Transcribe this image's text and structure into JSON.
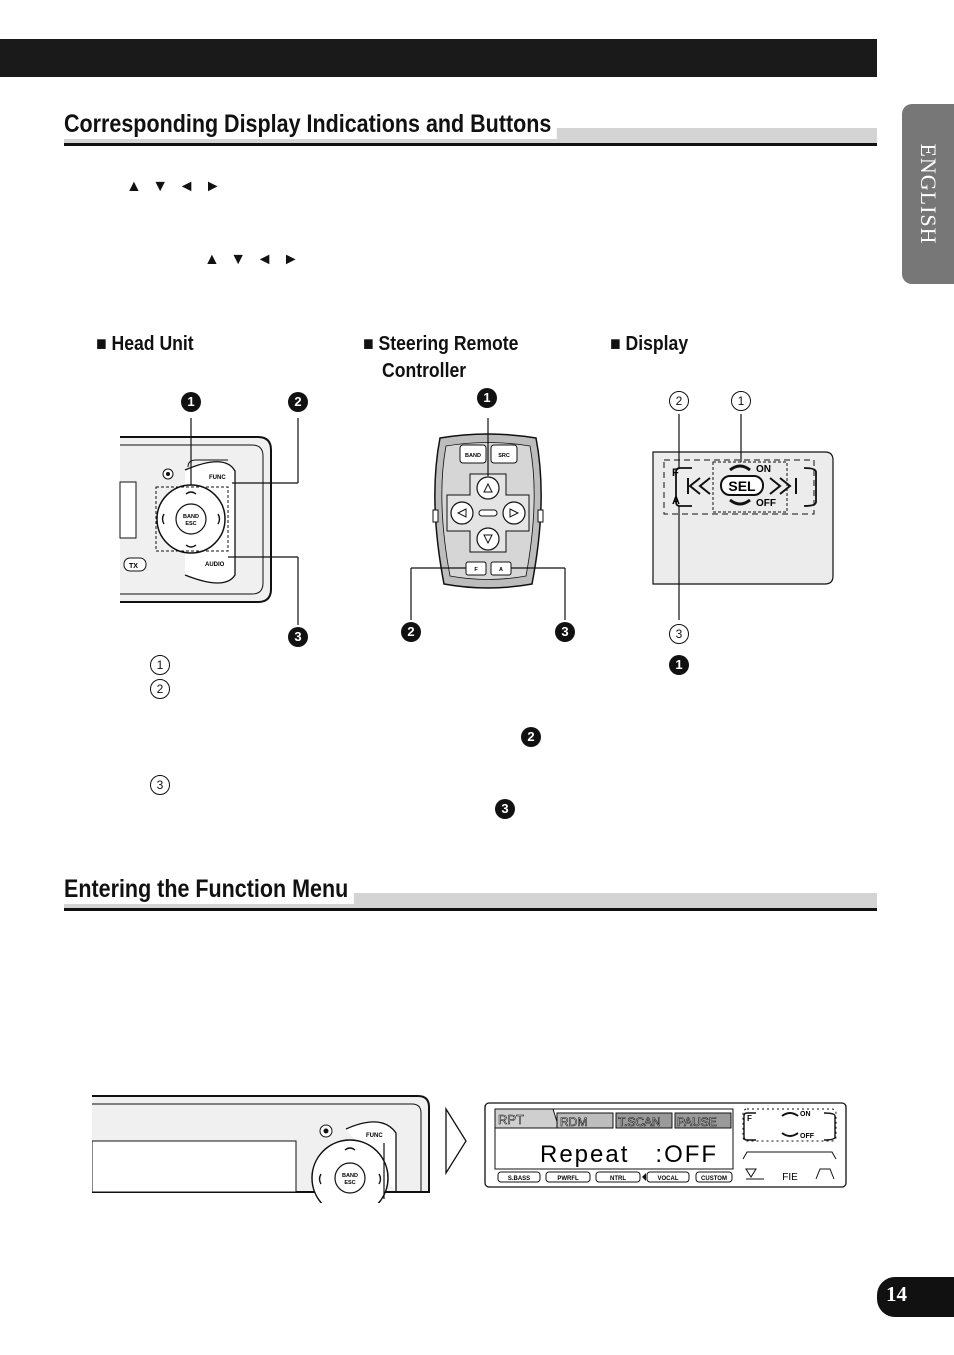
{
  "header": {
    "language_tab": "ENGLISH",
    "page_number": "14"
  },
  "section1": {
    "title": "Corresponding Display Indications and Buttons",
    "arrow_keys_line1": "▲ ▼ ◄ ►",
    "arrow_keys_line2": "▲ ▼ ◄ ►"
  },
  "headings": {
    "head_unit": "■ Head Unit",
    "steering_remote_line1": "■ Steering Remote",
    "steering_remote_line2": "Controller",
    "display": "■  Display"
  },
  "callouts": {
    "one": "1",
    "two": "2",
    "three": "3"
  },
  "figure_labels": {
    "band_esc": "BAND ESC",
    "band": "BAND",
    "esc": "ESC",
    "func": "FUNC",
    "audio": "AUDIO",
    "tx": "TX",
    "src": "SRC",
    "f": "F",
    "a": "A",
    "on": "ON",
    "off": "OFF",
    "sel": "SEL"
  },
  "section2": {
    "title": "Entering the Function Menu"
  },
  "lcd": {
    "tab_rpt": "RPT",
    "tab_rdm": "RDM",
    "tab_tscan": "T.SCAN",
    "tab_pause": "PAUSE",
    "main_text": "Repeat   :OFF",
    "eq": [
      "S.BASS",
      "PWRFL",
      "NTRL",
      "VOCAL",
      "CUSTOM"
    ],
    "fie": "FIE",
    "f": "F",
    "on": "ON",
    "off": "OFF"
  }
}
